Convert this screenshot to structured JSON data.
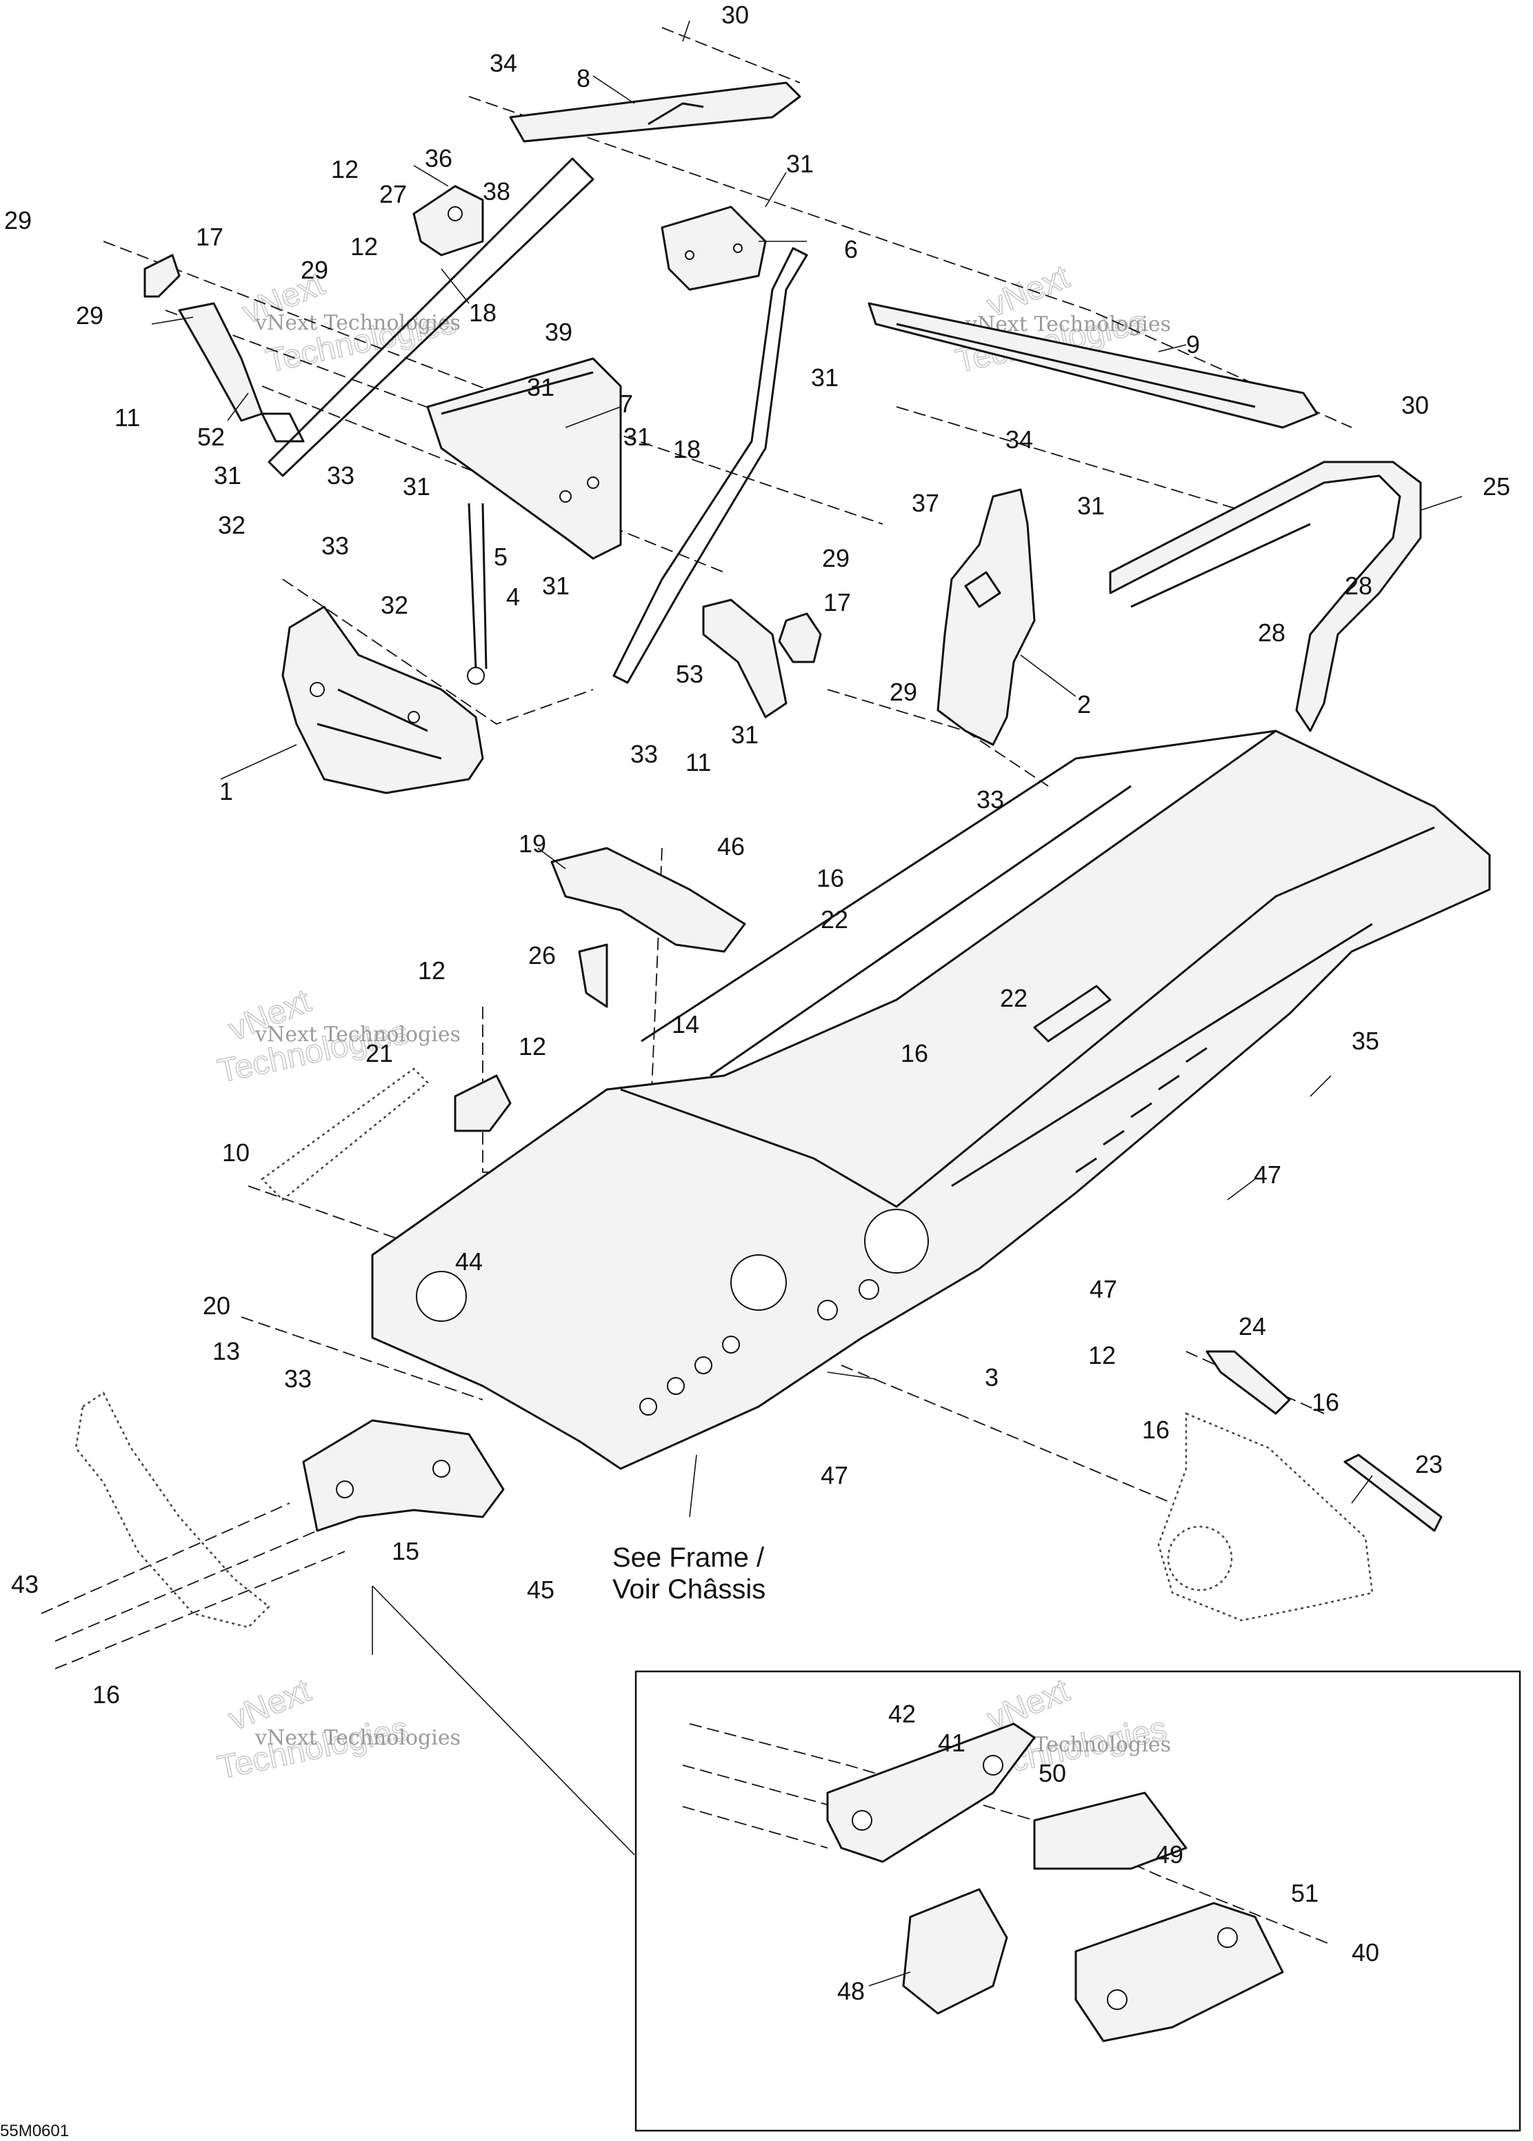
{
  "drawing": {
    "code": "55M0601",
    "note_line1": "See Frame /",
    "note_line2": "Voir Châssis"
  },
  "watermark": {
    "line1": "vNext Technologies",
    "line2": "vNext",
    "line3": "Technologies"
  },
  "callouts": [
    {
      "id": "c30a",
      "text": "30"
    },
    {
      "id": "c34a",
      "text": "34"
    },
    {
      "id": "c8",
      "text": "8"
    },
    {
      "id": "c31a",
      "text": "31"
    },
    {
      "id": "c12a",
      "text": "12"
    },
    {
      "id": "c36",
      "text": "36"
    },
    {
      "id": "c27",
      "text": "27"
    },
    {
      "id": "c38",
      "text": "38"
    },
    {
      "id": "c6",
      "text": "6"
    },
    {
      "id": "c12b",
      "text": "12"
    },
    {
      "id": "c17a",
      "text": "17"
    },
    {
      "id": "c29a",
      "text": "29"
    },
    {
      "id": "c29b",
      "text": "29"
    },
    {
      "id": "c18a",
      "text": "18"
    },
    {
      "id": "c39",
      "text": "39"
    },
    {
      "id": "c31b",
      "text": "31"
    },
    {
      "id": "c9",
      "text": "9"
    },
    {
      "id": "c29c",
      "text": "29"
    },
    {
      "id": "c11a",
      "text": "11"
    },
    {
      "id": "c52",
      "text": "52"
    },
    {
      "id": "c31c",
      "text": "31"
    },
    {
      "id": "c7",
      "text": "7"
    },
    {
      "id": "c31d",
      "text": "31"
    },
    {
      "id": "c34b",
      "text": "34"
    },
    {
      "id": "c30b",
      "text": "30"
    },
    {
      "id": "c33a",
      "text": "33"
    },
    {
      "id": "c31e",
      "text": "31"
    },
    {
      "id": "c31f",
      "text": "31"
    },
    {
      "id": "c18b",
      "text": "18"
    },
    {
      "id": "c37",
      "text": "37"
    },
    {
      "id": "c31g",
      "text": "31"
    },
    {
      "id": "c25",
      "text": "25"
    },
    {
      "id": "c32a",
      "text": "32"
    },
    {
      "id": "c33b",
      "text": "33"
    },
    {
      "id": "c5",
      "text": "5"
    },
    {
      "id": "c31h",
      "text": "31"
    },
    {
      "id": "c29d",
      "text": "29"
    },
    {
      "id": "c28a",
      "text": "28"
    },
    {
      "id": "c4",
      "text": "4"
    },
    {
      "id": "c17b",
      "text": "17"
    },
    {
      "id": "c32b",
      "text": "32"
    },
    {
      "id": "c28b",
      "text": "28"
    },
    {
      "id": "c53",
      "text": "53"
    },
    {
      "id": "c29e",
      "text": "29"
    },
    {
      "id": "c2",
      "text": "2"
    },
    {
      "id": "c31i",
      "text": "31"
    },
    {
      "id": "c33c",
      "text": "33"
    },
    {
      "id": "c11b",
      "text": "11"
    },
    {
      "id": "c1",
      "text": "1"
    },
    {
      "id": "c33d",
      "text": "33"
    },
    {
      "id": "c19",
      "text": "19"
    },
    {
      "id": "c46",
      "text": "46"
    },
    {
      "id": "c16a",
      "text": "16"
    },
    {
      "id": "c22a",
      "text": "22"
    },
    {
      "id": "c26",
      "text": "26"
    },
    {
      "id": "c12c",
      "text": "12"
    },
    {
      "id": "c14",
      "text": "14"
    },
    {
      "id": "c22b",
      "text": "22"
    },
    {
      "id": "c12d",
      "text": "12"
    },
    {
      "id": "c16b",
      "text": "16"
    },
    {
      "id": "c21",
      "text": "21"
    },
    {
      "id": "c35",
      "text": "35"
    },
    {
      "id": "c10",
      "text": "10"
    },
    {
      "id": "c47a",
      "text": "47"
    },
    {
      "id": "c44",
      "text": "44"
    },
    {
      "id": "c47b",
      "text": "47"
    },
    {
      "id": "c20",
      "text": "20"
    },
    {
      "id": "c12e",
      "text": "12"
    },
    {
      "id": "c13",
      "text": "13"
    },
    {
      "id": "c24",
      "text": "24"
    },
    {
      "id": "c33e",
      "text": "33"
    },
    {
      "id": "c3",
      "text": "3"
    },
    {
      "id": "c16c",
      "text": "16"
    },
    {
      "id": "c16d",
      "text": "16"
    },
    {
      "id": "c23",
      "text": "23"
    },
    {
      "id": "c47c",
      "text": "47"
    },
    {
      "id": "c15",
      "text": "15"
    },
    {
      "id": "c45",
      "text": "45"
    },
    {
      "id": "c43",
      "text": "43"
    },
    {
      "id": "c16e",
      "text": "16"
    },
    {
      "id": "c42",
      "text": "42"
    },
    {
      "id": "c41",
      "text": "41"
    },
    {
      "id": "c50",
      "text": "50"
    },
    {
      "id": "c49",
      "text": "49"
    },
    {
      "id": "c51",
      "text": "51"
    },
    {
      "id": "c40",
      "text": "40"
    },
    {
      "id": "c48",
      "text": "48"
    }
  ]
}
